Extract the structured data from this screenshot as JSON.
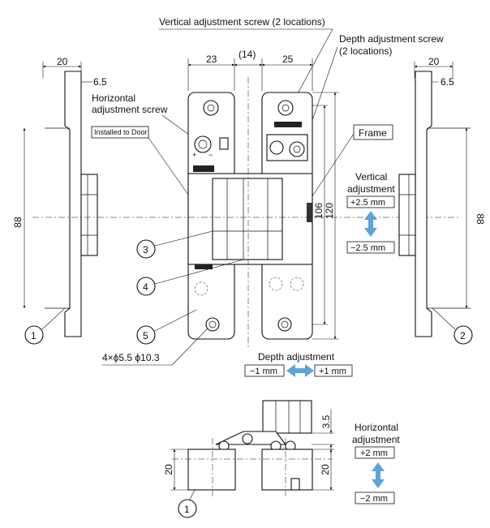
{
  "callouts": {
    "vertical_screw": "Vertical adjustment screw (2 locations)",
    "depth_screw_line1": "Depth adjustment screw",
    "depth_screw_line2": "(2 locations)",
    "horizontal_screw_line1": "Horizontal",
    "horizontal_screw_line2": "adjustment screw",
    "installed_to_door": "Installed to Door",
    "frame": "Frame",
    "holes": "4×ϕ5.5 ϕ10.3"
  },
  "dimensions": {
    "d20_left": "20",
    "d6_5_left": "6.5",
    "d23": "23",
    "d14": "(14)",
    "d25": "25",
    "d20_right": "20",
    "d6_5_right": "6.5",
    "d88_left": "88",
    "d88_right": "88",
    "d106": "106",
    "d120": "120",
    "d3_5": "3.5",
    "d20_bottom_left": "20",
    "d20_bottom_right": "20"
  },
  "numbers": [
    "1",
    "2",
    "3",
    "4",
    "5"
  ],
  "vertical_adjustment": {
    "title_line1": "Vertical",
    "title_line2": "adjustment",
    "plus": "+2.5 mm",
    "minus": "−2.5 mm"
  },
  "depth_adjustment": {
    "title": "Depth adjustment",
    "minus": "−1 mm",
    "plus": "+1 mm"
  },
  "horizontal_adjustment": {
    "title_line1": "Horizontal",
    "title_line2": "adjustment",
    "plus": "+2 mm",
    "minus": "−2 mm"
  },
  "arrow_color": "#5ea3d6"
}
